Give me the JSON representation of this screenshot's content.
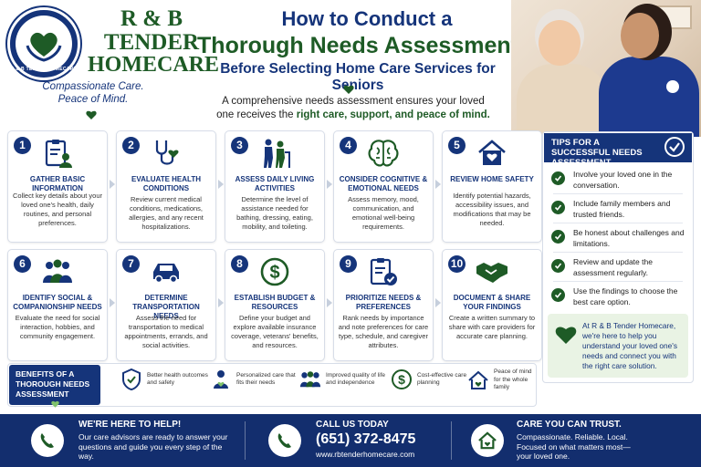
{
  "brand": {
    "name_line1": "R & B",
    "name_line2": "TENDER",
    "name_line3": "HOMECARE",
    "logo_ring_text": "R & B TENDER HOMECARE",
    "tagline_line1": "Compassionate Care.",
    "tagline_line2": "Peace of Mind."
  },
  "header": {
    "title_line1": "How to Conduct a",
    "title_line2": "Thorough Needs Assessment",
    "title_line3": "Before Selecting Home Care Services for Seniors",
    "intro_part1": "A comprehensive needs assessment ensures your loved one receives the ",
    "intro_highlight": "right care, support, and peace of mind."
  },
  "steps": [
    {
      "num": "1",
      "title": "GATHER BASIC INFORMATION",
      "desc": "Collect key details about your loved one's health, daily routines, and personal preferences.",
      "icon": "clipboard-person-icon"
    },
    {
      "num": "2",
      "title": "EVALUATE HEALTH CONDITIONS",
      "desc": "Review current medical conditions, medications, allergies, and any recent hospitalizations.",
      "icon": "stethoscope-heart-icon"
    },
    {
      "num": "3",
      "title": "ASSESS DAILY LIVING ACTIVITIES",
      "desc": "Determine the level of assistance needed for bathing, dressing, eating, mobility, and toileting.",
      "icon": "caregiver-walker-icon"
    },
    {
      "num": "4",
      "title": "CONSIDER COGNITIVE & EMOTIONAL NEEDS",
      "desc": "Assess memory, mood, communication, and emotional well-being requirements.",
      "icon": "brain-icon"
    },
    {
      "num": "5",
      "title": "REVIEW HOME SAFETY",
      "desc": "Identify potential hazards, accessibility issues, and modifications that may be needed.",
      "icon": "house-heart-icon"
    },
    {
      "num": "6",
      "title": "IDENTIFY SOCIAL & COMPANIONSHIP NEEDS",
      "desc": "Evaluate the need for social interaction, hobbies, and community engagement.",
      "icon": "people-group-icon"
    },
    {
      "num": "7",
      "title": "DETERMINE TRANSPORTATION NEEDS",
      "desc": "Assess the need for transportation to medical appointments, errands, and social activities.",
      "icon": "car-icon"
    },
    {
      "num": "8",
      "title": "ESTABLISH BUDGET & RESOURCES",
      "desc": "Define your budget and explore available insurance coverage, veterans' benefits, and resources.",
      "icon": "dollar-circle-icon"
    },
    {
      "num": "9",
      "title": "PRIORITIZE NEEDS & PREFERENCES",
      "desc": "Rank needs by importance and note preferences for care type, schedule, and caregiver attributes.",
      "icon": "checklist-icon"
    },
    {
      "num": "10",
      "title": "DOCUMENT & SHARE YOUR FINDINGS",
      "desc": "Create a written summary to share with care providers for accurate care planning.",
      "icon": "handshake-icon"
    }
  ],
  "tips": {
    "title": "TIPS FOR A SUCCESSFUL NEEDS ASSESSMENT",
    "items": [
      "Involve your loved one in the conversation.",
      "Include family members and trusted friends.",
      "Be honest about challenges and limitations.",
      "Review and update the assessment regularly.",
      "Use the findings to choose the best care option."
    ],
    "note": "At R & B Tender Homecare, we're here to help you understand your loved one's needs and connect you with the right care solution."
  },
  "benefits": {
    "title": "BENEFITS OF A THOROUGH NEEDS ASSESSMENT",
    "items": [
      {
        "text": "Better health outcomes and safety",
        "icon": "shield-check-icon"
      },
      {
        "text": "Personalized care that fits their needs",
        "icon": "person-heart-icon"
      },
      {
        "text": "Improved quality of life and independence",
        "icon": "family-icon"
      },
      {
        "text": "Cost-effective care planning",
        "icon": "dollar-icon"
      },
      {
        "text": "Peace of mind for the whole family",
        "icon": "home-heart-icon"
      }
    ]
  },
  "footer": {
    "help_title": "WE'RE HERE TO HELP!",
    "help_text": "Our care advisors are ready to answer your questions and guide you every step of the way.",
    "call_title": "CALL US TODAY",
    "phone": "(651) 372-8475",
    "website": "www.rbtenderhomecare.com",
    "trust_title": "CARE YOU CAN TRUST.",
    "trust_text": "Compassionate. Reliable. Local. Focused on what matters most— your loved one."
  },
  "colors": {
    "navy": "#15347a",
    "green": "#1e5b26",
    "footer": "#132e6e"
  }
}
